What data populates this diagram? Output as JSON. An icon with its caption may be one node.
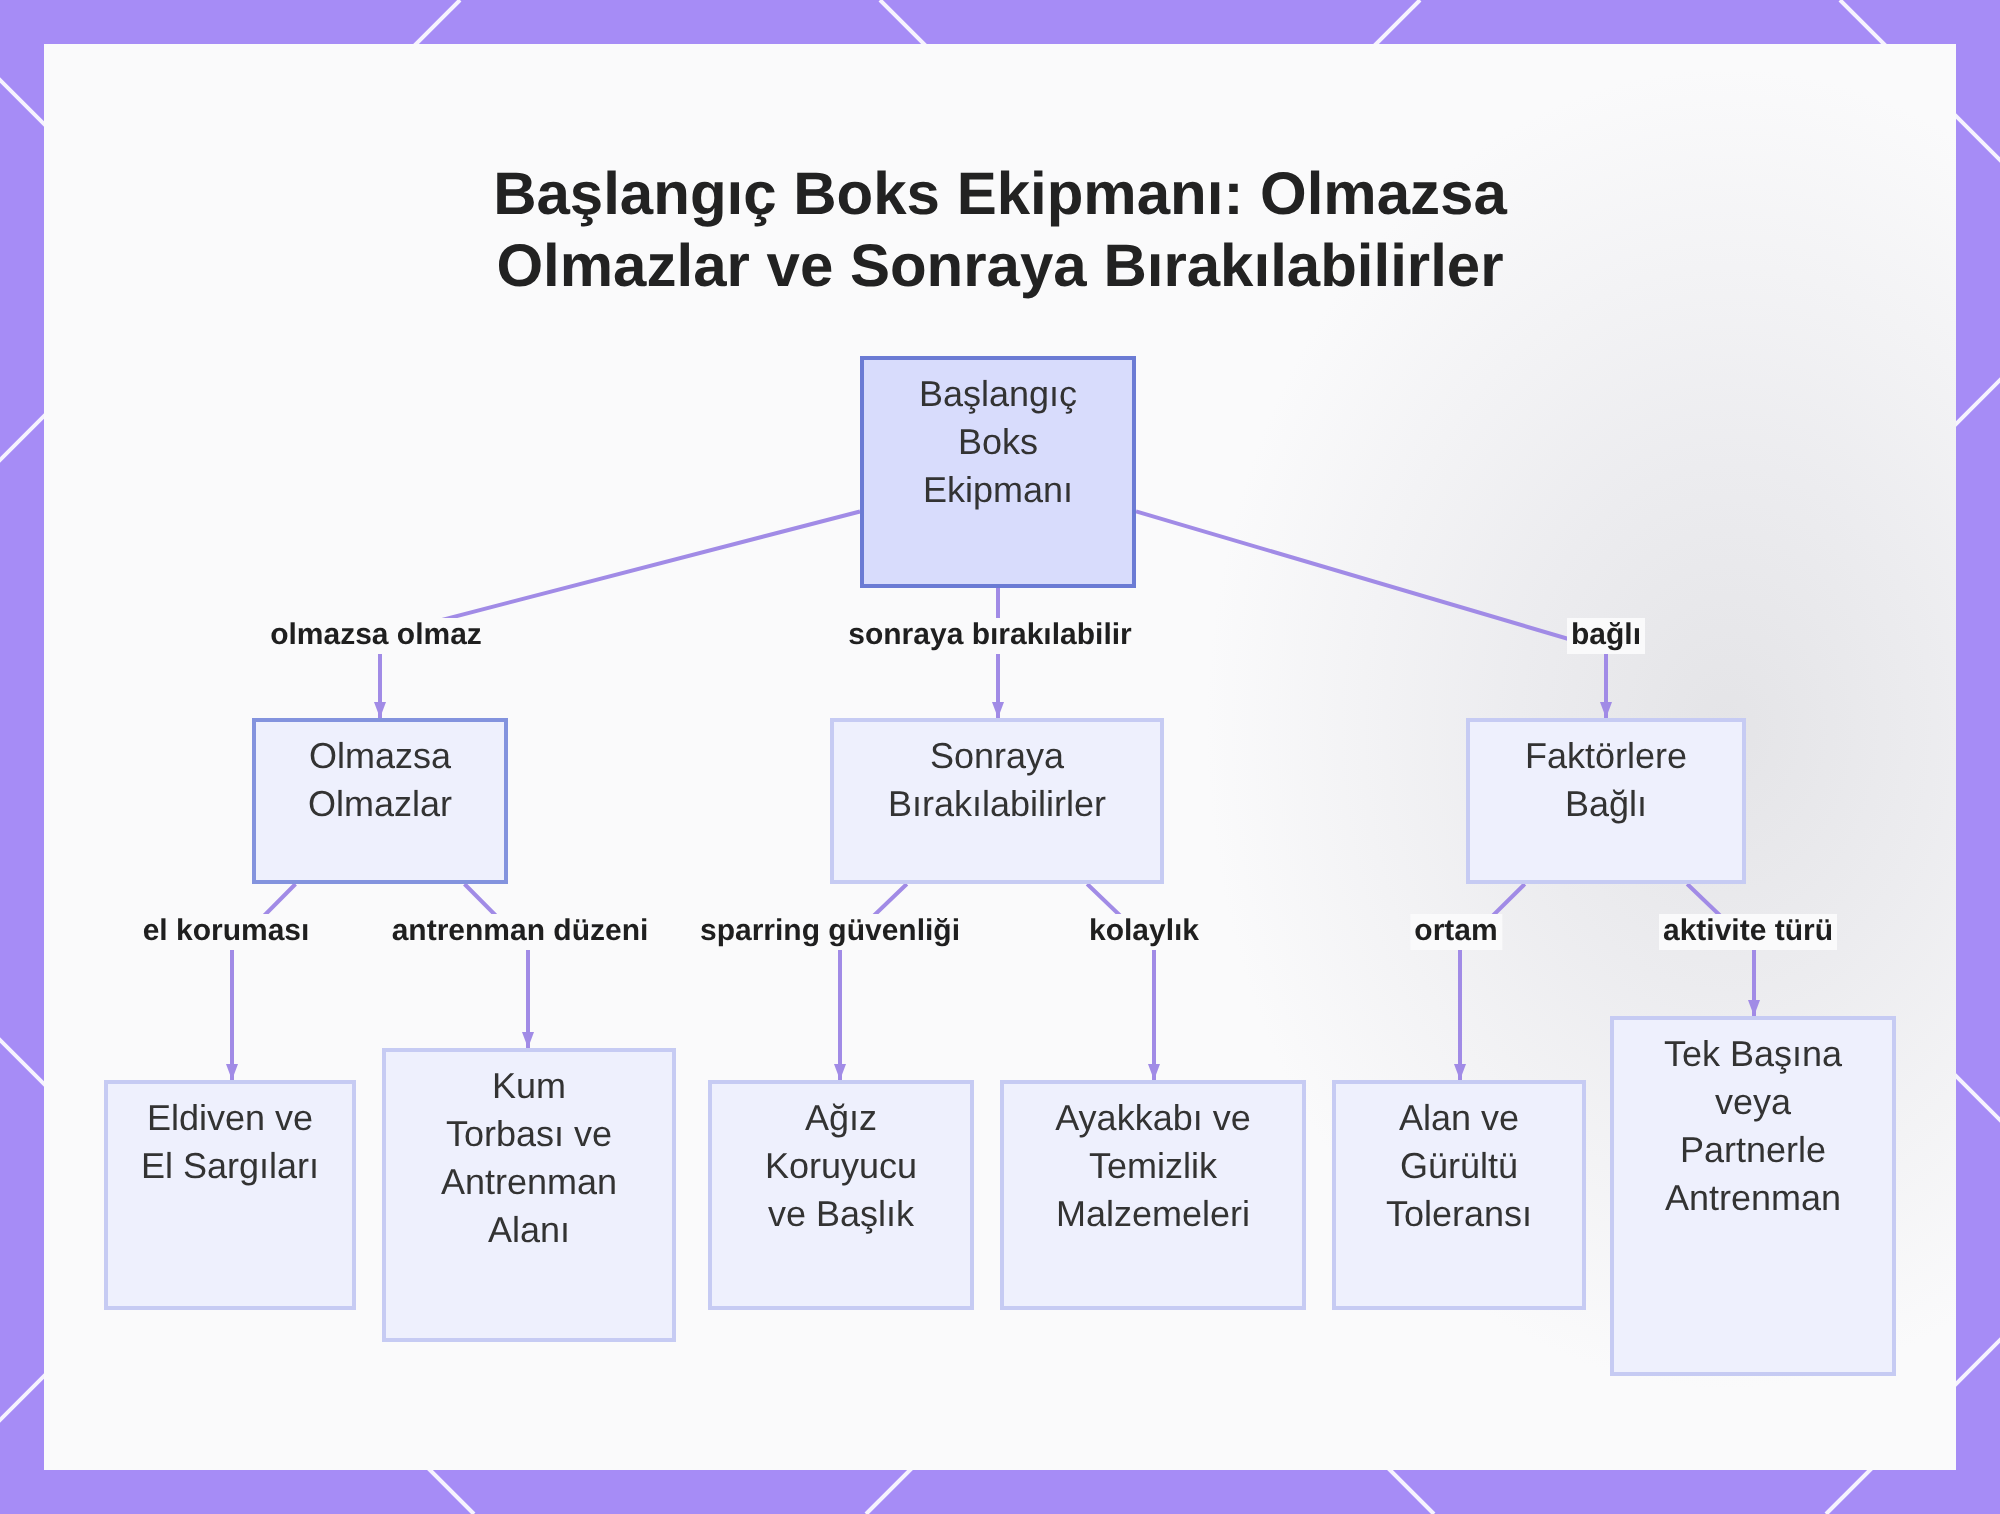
{
  "diagram": {
    "title": "Başlangıç Boks Ekipmanı: Olmazsa Olmazlar ve Sonraya Bırakılabilirler",
    "nodes": [
      {
        "text": [
          "Başlangıç Boks Ekipmanı"
        ]
      },
      {
        "text": [
          "Olmazsa Olmazlar"
        ]
      },
      {
        "text": [
          "Sonraya Bırakılabilirler"
        ]
      },
      {
        "text": [
          "Faktörlere Bağlı"
        ]
      },
      {
        "text": [
          "Eldiven ve El Sargıları"
        ]
      },
      {
        "text": [
          "Kum Torbası ve Antrenman Alanı"
        ]
      },
      {
        "text": [
          "Ağız Koruyucu ve Başlık"
        ]
      },
      {
        "text": [
          "Ayakkabı ve Temizlik Malzemeleri"
        ]
      },
      {
        "text": [
          "Alan ve Gürültü Toleransı"
        ]
      },
      {
        "text": [
          "Tek Başına veya Partnerle Antrenman"
        ]
      }
    ],
    "edges": [
      {
        "from": 0,
        "to": 1,
        "arrow": "to",
        "label": "olmazsa olmaz"
      },
      {
        "from": 0,
        "to": 2,
        "arrow": "to",
        "label": "sonraya bırakılabilir"
      },
      {
        "from": 0,
        "to": 3,
        "arrow": "to",
        "label": "bağlı"
      },
      {
        "from": 1,
        "to": 4,
        "arrow": "to",
        "label": "el koruması"
      },
      {
        "from": 1,
        "to": 5,
        "arrow": "to",
        "label": "antrenman düzeni"
      },
      {
        "from": 2,
        "to": 6,
        "arrow": "to",
        "label": "sparring güvenliği"
      },
      {
        "from": 2,
        "to": 7,
        "arrow": "to",
        "label": "kolaylık"
      },
      {
        "from": 3,
        "to": 8,
        "arrow": "to",
        "label": "ortam"
      },
      {
        "from": 3,
        "to": 9,
        "arrow": "to",
        "label": "aktivite türü"
      }
    ]
  }
}
